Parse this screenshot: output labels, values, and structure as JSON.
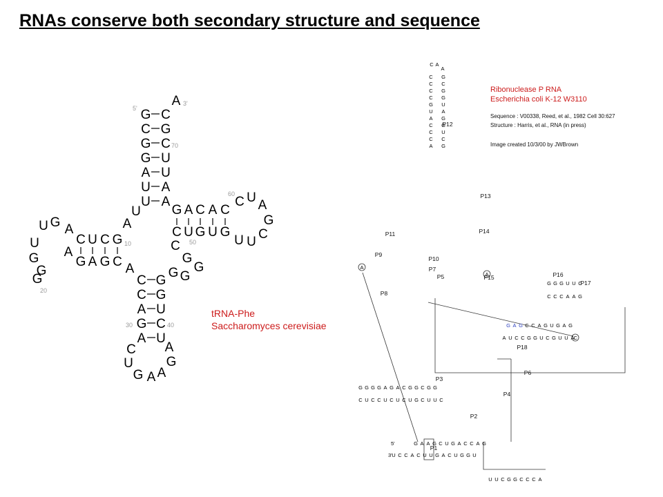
{
  "title": "RNAs conserve both secondary structure and sequence",
  "trna": {
    "caption_line1": "tRNA-Phe",
    "caption_line2": "Saccharomyces cerevisiae",
    "color_caption": "#cc1b1b",
    "end5": "5'",
    "end3": "3'",
    "numbers": [
      "70",
      "10",
      "20",
      "30",
      "40",
      "50",
      "60"
    ],
    "acceptor_left": [
      "G",
      "C",
      "G",
      "G",
      "A",
      "U",
      "U"
    ],
    "acceptor_right": [
      "C",
      "G",
      "C",
      "U",
      "U",
      "A",
      "A"
    ],
    "tail": [
      "A"
    ],
    "d_stem_top": [
      "C",
      "U",
      "C",
      "G"
    ],
    "d_stem_bottom": [
      "G",
      "A",
      "G",
      "C"
    ],
    "d_loop": [
      "A",
      "G",
      "U",
      "U",
      "G",
      "G",
      "G",
      "A"
    ],
    "anticodon_left": [
      "C",
      "C",
      "A",
      "G",
      "A"
    ],
    "anticodon_right": [
      "G",
      "G",
      "U",
      "C",
      "U"
    ],
    "anticodon_loop": [
      "C",
      "U",
      "G",
      "A",
      "A",
      "G",
      "A"
    ],
    "t_stem_top": [
      "G",
      "A",
      "C",
      "A",
      "C"
    ],
    "t_stem_bottom": [
      "C",
      "U",
      "G",
      "U",
      "G"
    ],
    "t_loop": [
      "C",
      "U",
      "A",
      "G",
      "C",
      "U",
      "U"
    ],
    "junction": [
      "U",
      "A",
      "G",
      "A",
      "G",
      "C",
      "U",
      "G",
      "G"
    ]
  },
  "rnasep": {
    "title_line1": "Ribonuclease P RNA",
    "title_line2": "Escherichia coli  K-12 W3110",
    "color_title": "#cc1b1b",
    "sequence_line": "Sequence : V00338, Reed, et al., 1982 Cell  30:627",
    "structure_line": "Structure : Harris, et al., RNA (in press)",
    "created_line": "Image created 10/3/00 by JWBrown",
    "helix_labels": [
      "P1",
      "P2",
      "P3",
      "P4",
      "P5",
      "P6",
      "P7",
      "P8",
      "P9",
      "P10",
      "P11",
      "P12",
      "P13",
      "P14",
      "P15",
      "P16",
      "P17",
      "P18"
    ],
    "circle_labels": [
      "A",
      "A",
      "C"
    ],
    "end5": "5'",
    "end3": "3'",
    "p12_left": [
      "C",
      "C",
      "C",
      "C",
      "G",
      "U",
      "A",
      "C",
      "C",
      "C",
      "A"
    ],
    "p12_right": [
      "G",
      "C",
      "G",
      "G",
      "U",
      "A",
      "G",
      "G",
      "U",
      "C",
      "G"
    ],
    "p12_loop": [
      "C",
      "A",
      "A"
    ],
    "p1_top": [
      "G",
      "A",
      "A",
      "G",
      "C",
      "U",
      "G",
      "A",
      "C",
      "C",
      "A",
      "G"
    ],
    "p1_bottom": [
      "U",
      "C",
      "C",
      "A",
      "C",
      "U",
      "U",
      "G",
      "A",
      "C",
      "U",
      "G",
      "G",
      "U"
    ],
    "p3_top": [
      "G",
      "G",
      "G",
      "G",
      "A",
      "G",
      "A",
      "C",
      "G",
      "G",
      "C",
      "G",
      "G"
    ],
    "p3_bottom": [
      "C",
      "U",
      "C",
      "C",
      "U",
      "C",
      "U",
      "C",
      "U",
      "G",
      "C",
      "U",
      "U",
      "C"
    ],
    "p18_top": [
      "G",
      "A",
      "G",
      "C",
      "C",
      "A",
      "G",
      "U",
      "G",
      "A",
      "G"
    ],
    "p18_bottom": [
      "A",
      "U",
      "C",
      "C",
      "G",
      "G",
      "U",
      "C",
      "G",
      "U",
      "U",
      "A"
    ],
    "p16_top": [
      "G",
      "G",
      "G",
      "U",
      "U",
      "C"
    ],
    "p16_bottom": [
      "C",
      "C",
      "C",
      "A",
      "A",
      "G"
    ],
    "bottom_tail": [
      "U",
      "U",
      "C",
      "G",
      "G",
      "C",
      "C",
      "C",
      "A"
    ]
  }
}
